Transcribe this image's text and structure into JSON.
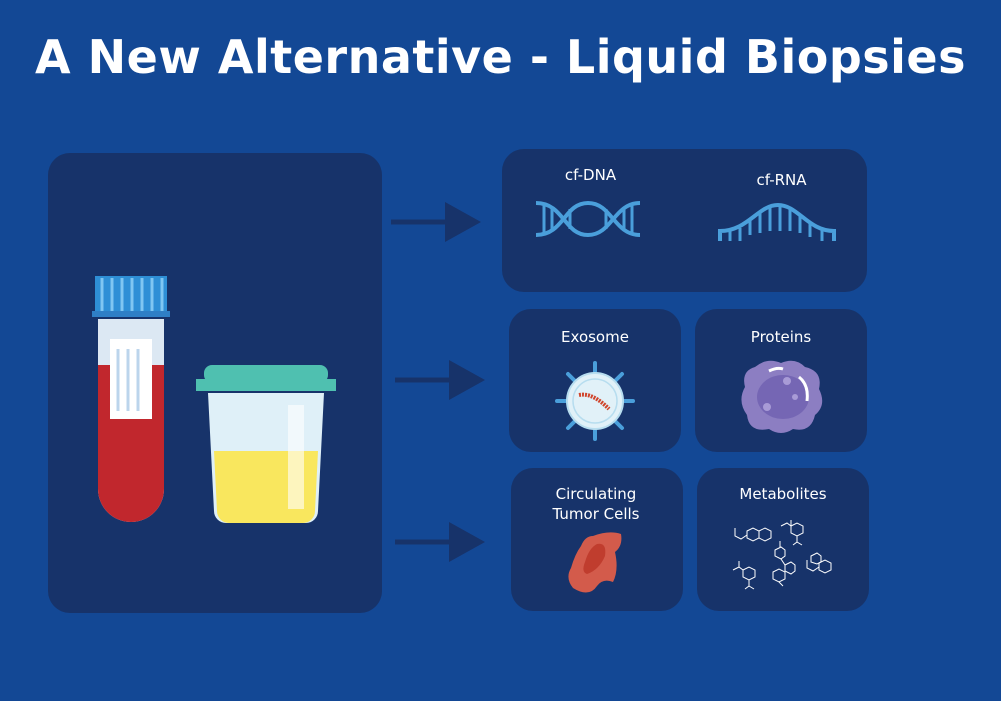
{
  "title": "A New Alternative - Liquid Biopsies",
  "colors": {
    "background": "#134895",
    "panel": "#17336A",
    "accent": "#4A9FDB"
  },
  "outputs": {
    "cf_dna": "cf-DNA",
    "cf_rna": "cf-RNA",
    "exosome": "Exosome",
    "proteins": "Proteins",
    "ctc": "Circulating Tumor Cells",
    "metabolites": "Metabolites"
  }
}
